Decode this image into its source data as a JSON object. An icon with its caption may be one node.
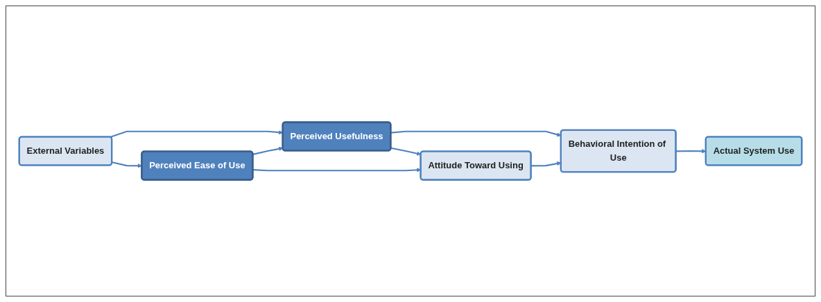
{
  "diagram": {
    "nodes": [
      {
        "text": [
          "External Variables"
        ]
      },
      {
        "text": [
          "Perceived Usefulness"
        ]
      },
      {
        "text": [
          "Perceived Ease of Use"
        ]
      },
      {
        "text": [
          "Attitude Toward Using"
        ]
      },
      {
        "text": [
          "Behavioral Intention of Use"
        ]
      },
      {
        "text": [
          "Actual System Use"
        ]
      }
    ],
    "edges": [
      {
        "from": 0,
        "to": 1,
        "arrow": "to"
      },
      {
        "from": 0,
        "to": 2,
        "arrow": "to"
      },
      {
        "from": 2,
        "to": 1,
        "arrow": "to"
      },
      {
        "from": 1,
        "to": 3,
        "arrow": "to"
      },
      {
        "from": 2,
        "to": 3,
        "arrow": "to"
      },
      {
        "from": 1,
        "to": 4,
        "arrow": "to"
      },
      {
        "from": 3,
        "to": 4,
        "arrow": "to"
      },
      {
        "from": 4,
        "to": 5,
        "arrow": "to"
      }
    ]
  }
}
